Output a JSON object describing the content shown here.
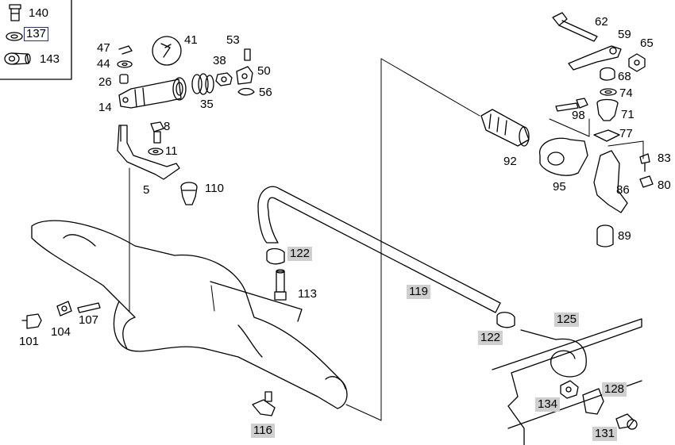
{
  "legend": {
    "items": [
      {
        "number": "140"
      },
      {
        "number": "137",
        "selected": true
      },
      {
        "number": "143"
      }
    ]
  },
  "callouts": {
    "p47": "47",
    "p41": "41",
    "p53": "53",
    "p44": "44",
    "p38": "38",
    "p50": "50",
    "p26": "26",
    "p56": "56",
    "p14": "14",
    "p35": "35",
    "p8": "8",
    "p11": "11",
    "p5": "5",
    "p110": "110",
    "p62": "62",
    "p59": "59",
    "p65": "65",
    "p68": "68",
    "p74": "74",
    "p98": "98",
    "p71": "71",
    "p77": "77",
    "p92": "92",
    "p95": "95",
    "p83": "83",
    "p80": "80",
    "p86": "86",
    "p89": "89",
    "p122a": "122",
    "p113": "113",
    "p119": "119",
    "p101": "101",
    "p104": "104",
    "p107": "107",
    "p122b": "122",
    "p125": "125",
    "p128": "128",
    "p134": "134",
    "p116": "116",
    "p131": "131"
  },
  "colors": {
    "line": "#000000",
    "highlight": "#cfcfcf",
    "selection": "#1f2fa8"
  }
}
